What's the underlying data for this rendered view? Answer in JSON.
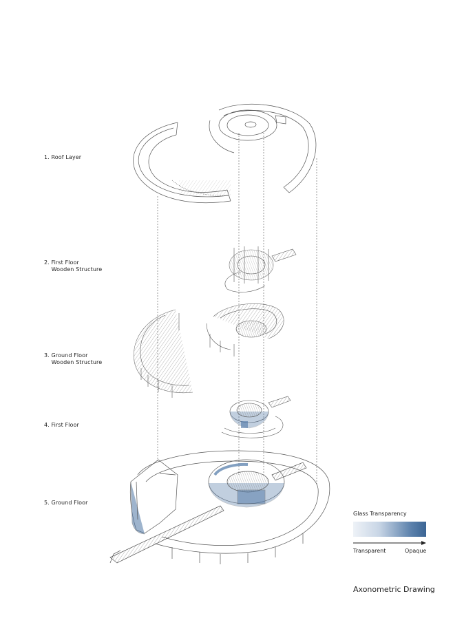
{
  "layers": [
    {
      "label": "1. Roof Layer"
    },
    {
      "label": "2. First Floor\n    Wooden Structure"
    },
    {
      "label": "3. Ground Floor\n    Wooden Structure"
    },
    {
      "label": "4. First Floor"
    },
    {
      "label": "5. Ground Floor"
    }
  ],
  "legend": {
    "title": "Glass Transparency",
    "left_label": "Transparent",
    "right_label": "Opaque",
    "gradient_from": "#eef2f7",
    "gradient_to": "#3b6594"
  },
  "caption": "Axonometric Drawing",
  "colors": {
    "line": "#555555",
    "glass": "#4f77a6"
  }
}
